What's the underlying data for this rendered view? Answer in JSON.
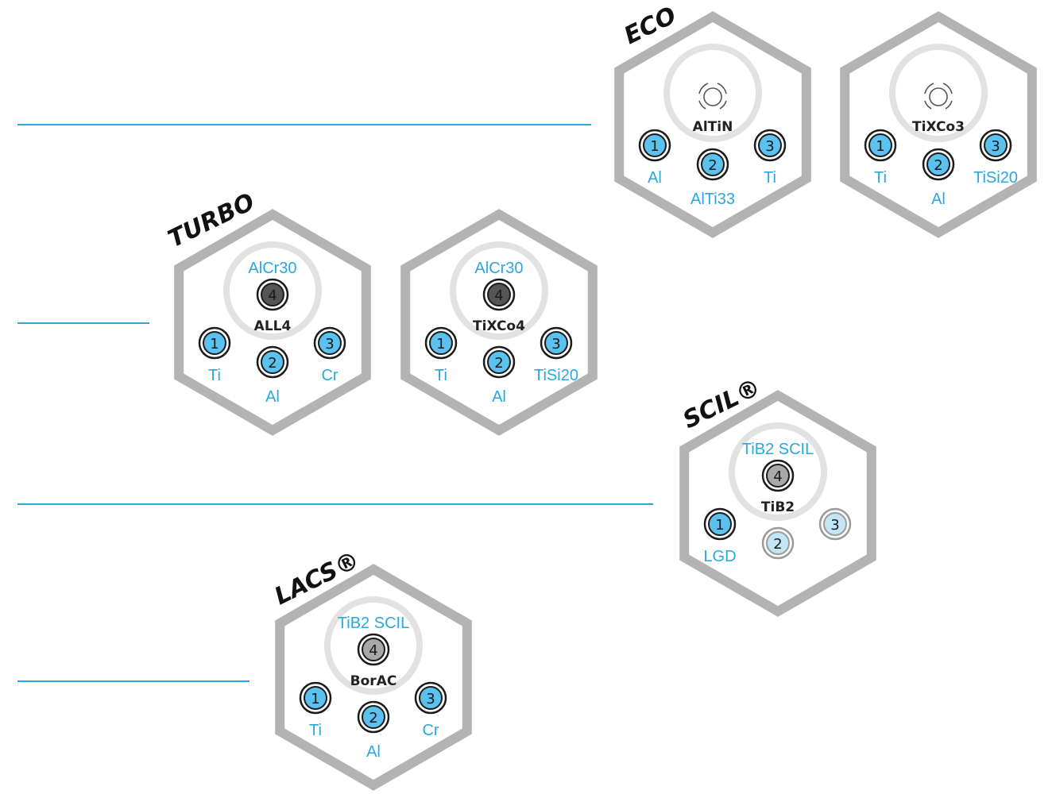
{
  "colors": {
    "line_blue": "#2aa6dc",
    "hex_gray": "#b3b3b3",
    "ring_gray": "#e2e2e2",
    "dot_blue": "#5bc2ef",
    "dot_dark": "#555555",
    "dot_mid": "#a8a8a8",
    "dot_faded": "#c3e6f6",
    "label_blue": "#29a8e0"
  },
  "categories": {
    "eco": "ECO",
    "turbo": "TURBO",
    "scil": "SCIL®",
    "lacs": "LACS®"
  },
  "units": [
    {
      "category": "eco",
      "center_label": "AlTiN",
      "center_top_label": "",
      "center_icon": "arc-source-icon",
      "targets": [
        {
          "num": "1",
          "label": "Al",
          "state": "active"
        },
        {
          "num": "2",
          "label": "AlTi33",
          "state": "active"
        },
        {
          "num": "3",
          "label": "Ti",
          "state": "active"
        }
      ]
    },
    {
      "category": "",
      "center_label": "TiXCo3",
      "center_top_label": "",
      "center_icon": "arc-source-icon",
      "targets": [
        {
          "num": "1",
          "label": "Ti",
          "state": "active"
        },
        {
          "num": "2",
          "label": "Al",
          "state": "active"
        },
        {
          "num": "3",
          "label": "TiSi20",
          "state": "active"
        }
      ]
    },
    {
      "category": "turbo",
      "center_label": "ALL4",
      "center_top_label": "AlCr30",
      "center_num": "4",
      "center_state": "dark",
      "targets": [
        {
          "num": "1",
          "label": "Ti",
          "state": "active"
        },
        {
          "num": "2",
          "label": "Al",
          "state": "active"
        },
        {
          "num": "3",
          "label": "Cr",
          "state": "active"
        }
      ]
    },
    {
      "category": "",
      "center_label": "TiXCo4",
      "center_top_label": "AlCr30",
      "center_num": "4",
      "center_state": "dark",
      "targets": [
        {
          "num": "1",
          "label": "Ti",
          "state": "active"
        },
        {
          "num": "2",
          "label": "Al",
          "state": "active"
        },
        {
          "num": "3",
          "label": "TiSi20",
          "state": "active"
        }
      ]
    },
    {
      "category": "scil",
      "center_label": "TiB2",
      "center_top_label": "TiB2 SCIL",
      "center_num": "4",
      "center_state": "mid",
      "targets": [
        {
          "num": "1",
          "label": "LGD",
          "state": "active"
        },
        {
          "num": "2",
          "label": "",
          "state": "faded"
        },
        {
          "num": "3",
          "label": "",
          "state": "faded"
        }
      ]
    },
    {
      "category": "lacs",
      "center_label": "BorAC",
      "center_top_label": "TiB2 SCIL",
      "center_num": "4",
      "center_state": "mid",
      "targets": [
        {
          "num": "1",
          "label": "Ti",
          "state": "active"
        },
        {
          "num": "2",
          "label": "Al",
          "state": "active"
        },
        {
          "num": "3",
          "label": "Cr",
          "state": "active"
        }
      ]
    }
  ]
}
